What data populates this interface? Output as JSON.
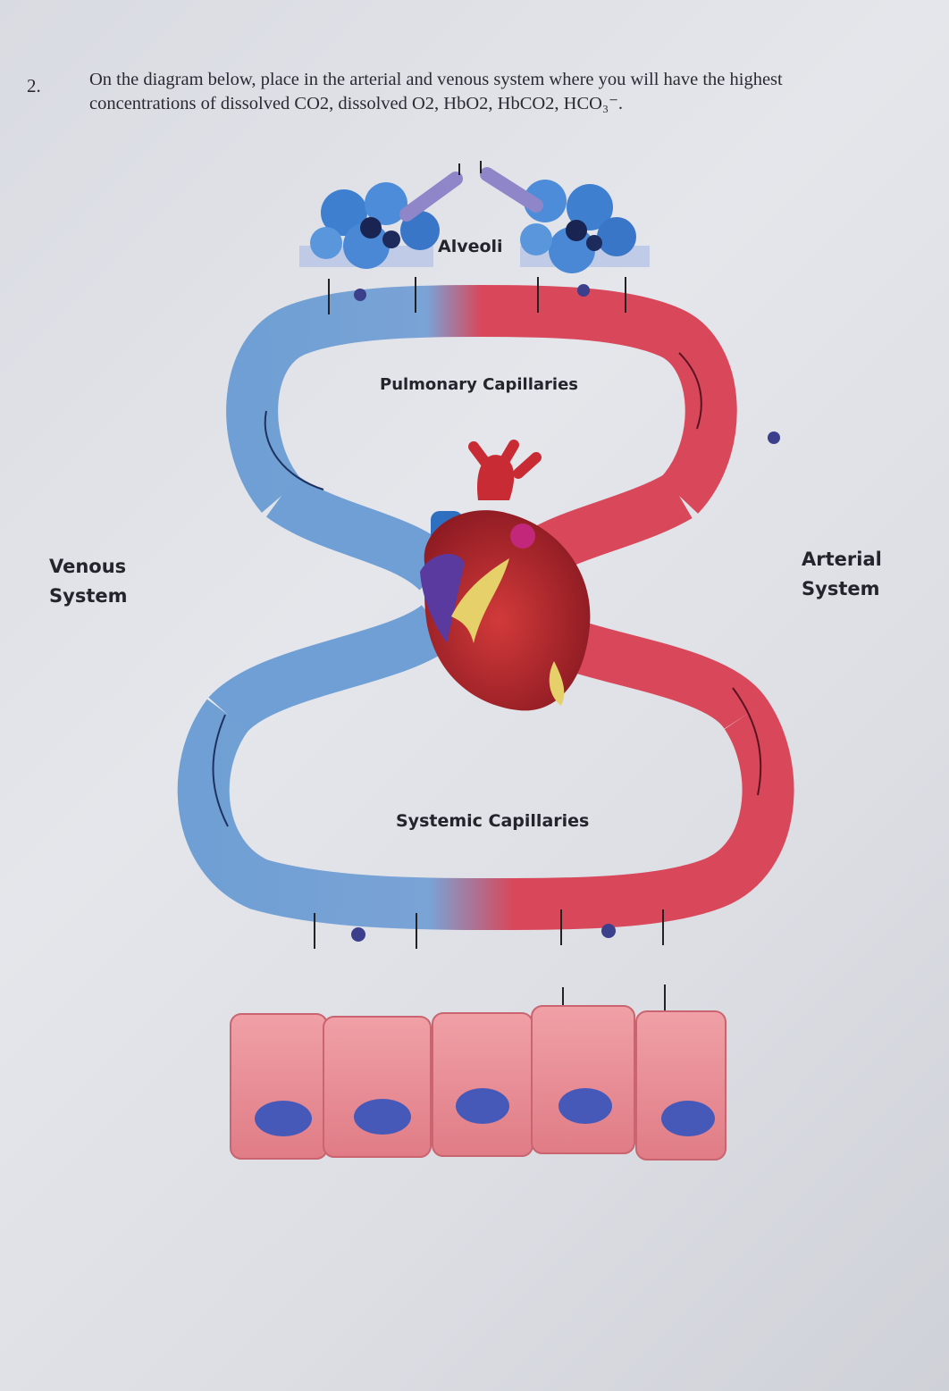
{
  "question": {
    "number": "2.",
    "text": "On the diagram below, place in the arterial and venous system where you will have the highest concentrations of dissolved CO2, dissolved O2, HbO2, HbCO2, HCO₃⁻."
  },
  "labels": {
    "alveoli": "Alveoli",
    "pulmonary": "Pulmonary Capillaries",
    "systemic": "Systemic Capillaries",
    "venous_line1": "Venous",
    "venous_line2": "System",
    "arterial_line1": "Arterial",
    "arterial_line2": "System"
  },
  "colors": {
    "venous_blue": "#6f9fd4",
    "arterial_red": "#d9475a",
    "cell_pink": "#e88a93",
    "nucleus": "#4759b8",
    "marker_dot": "#3b3f8c"
  }
}
